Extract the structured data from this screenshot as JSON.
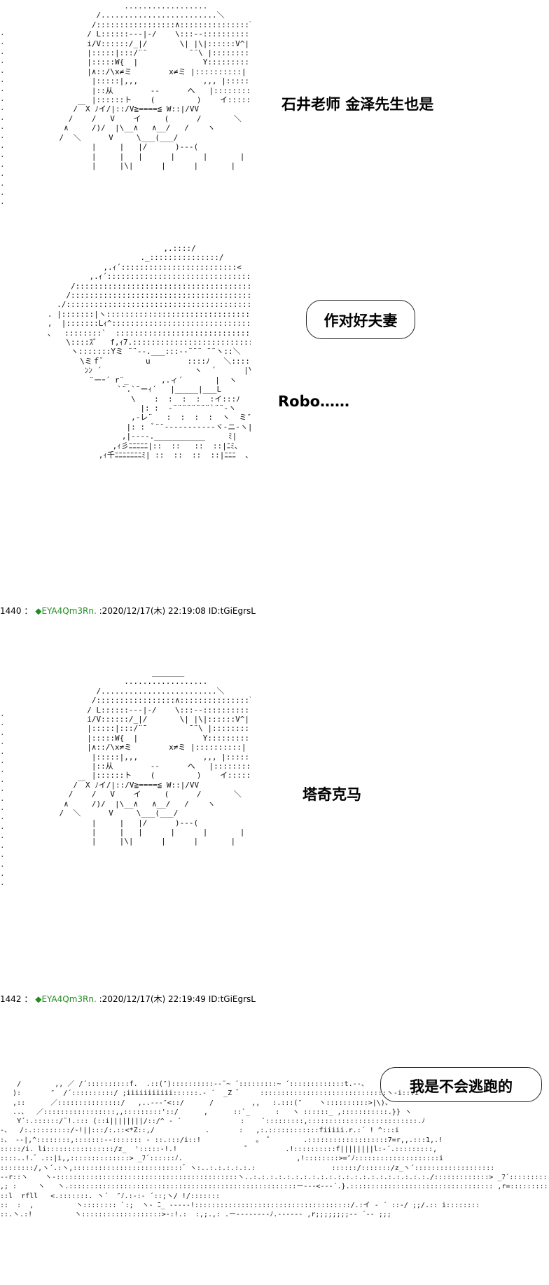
{
  "posts": [
    {
      "dialog": "石井老师 金泽先生也是"
    },
    {
      "bubble": "作对好夫妻",
      "dialog": "Robo……"
    },
    {
      "header": {
        "number": "1440",
        "separator": "：",
        "diamond": "◆",
        "trip": "EYA4Qm3Rn.",
        "datetime": ":2020/12/17(木) 22:19:08",
        "id": "ID:tGiEgrsL"
      },
      "dialog": "塔奇克马"
    },
    {
      "header": {
        "number": "1442",
        "separator": "：",
        "diamond": "◆",
        "trip": "EYA4Qm3Rn.",
        "datetime": ":2020/12/17(木) 22:19:49",
        "id": "ID:tGiEgrsL"
      },
      "bubble": "我是不会逃跑的"
    }
  ],
  "colors": {
    "trip": "#228b22",
    "text": "#000000",
    "background": "#ffffff"
  }
}
